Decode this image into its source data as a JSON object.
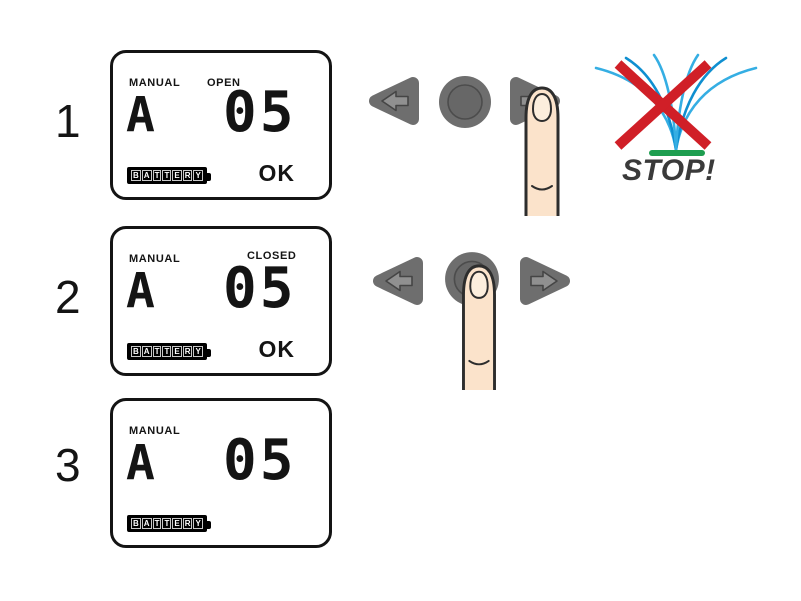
{
  "steps": [
    {
      "number": "1",
      "lcd": {
        "mode": "MANUAL",
        "status": "OPEN",
        "station": "A",
        "value": "05",
        "battery": "BATTERY",
        "ok": "OK"
      },
      "buttons": {
        "left": "left-arrow",
        "center": "round",
        "right": "right-arrow",
        "pressed": "right"
      },
      "stop_label": "STOP!"
    },
    {
      "number": "2",
      "lcd": {
        "mode": "MANUAL",
        "status": "CLOSED",
        "station": "A",
        "value": "05",
        "battery": "BATTERY",
        "ok": "OK"
      },
      "buttons": {
        "left": "left-arrow",
        "center": "round",
        "right": "right-arrow",
        "pressed": "center"
      }
    },
    {
      "number": "3",
      "lcd": {
        "mode": "MANUAL",
        "station": "A",
        "value": "05",
        "battery": "BATTERY"
      }
    }
  ],
  "icons": {
    "left_button": "left-arrow-pick-button",
    "center_button": "round-button",
    "right_button": "right-arrow-pick-button",
    "finger": "finger-press",
    "sprinkler": "sprinkler-spray-crossed-out"
  },
  "colors": {
    "button_gray": "#6e6e6e",
    "water_blue": "#1a9ed9",
    "grass_green": "#1e9e50",
    "cross_red": "#d01f27",
    "skin": "#fbe3cb",
    "lcd_text": "#141414"
  }
}
